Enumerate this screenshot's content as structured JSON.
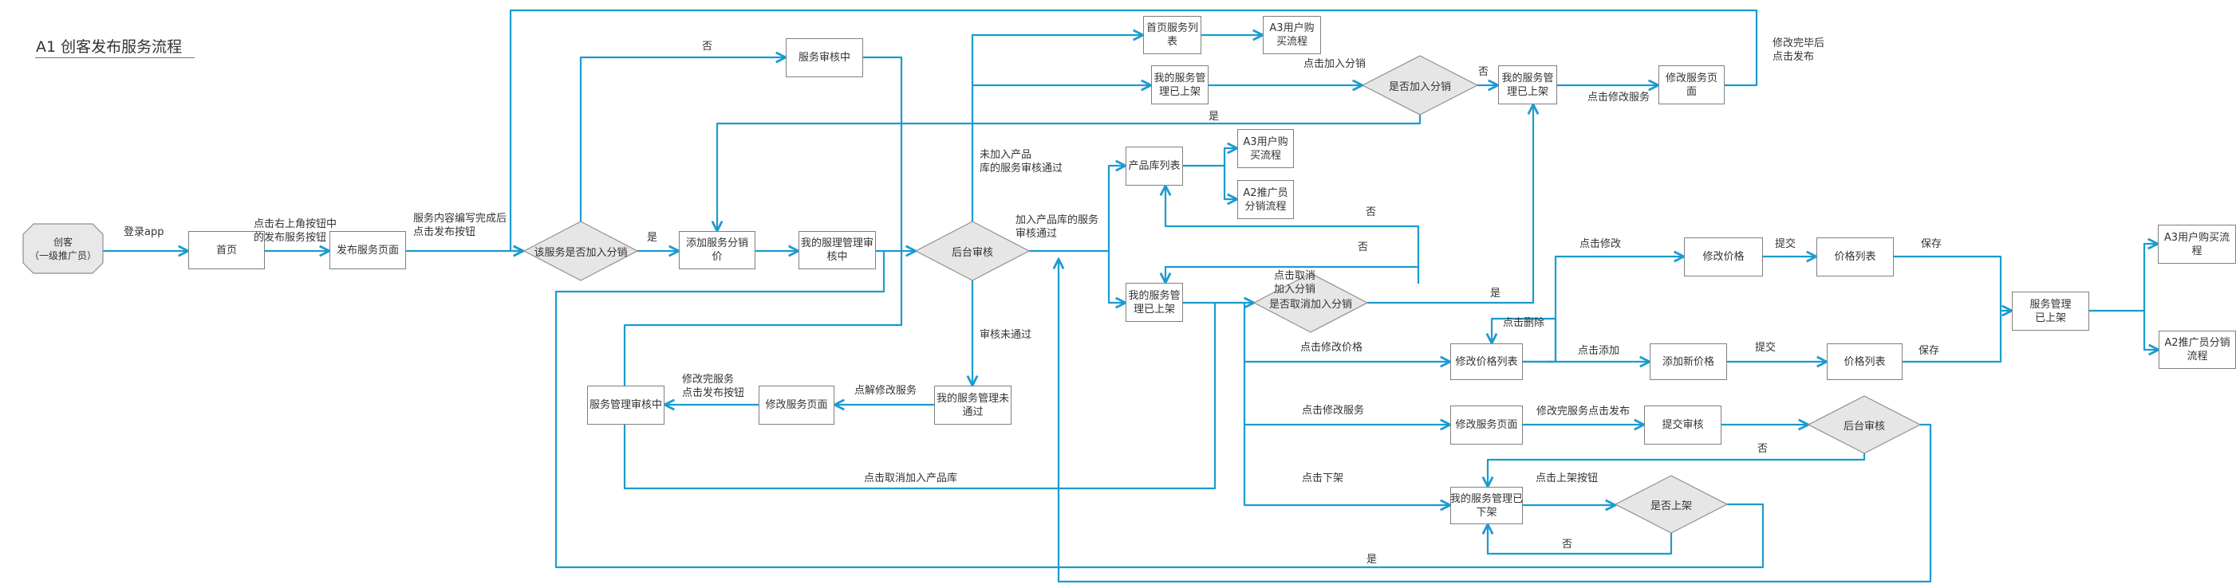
{
  "title": "A1  创客发布服务流程",
  "colors": {
    "line": "#1a9bd0",
    "box_border": "#7f7f7f",
    "diamond_fill": "#e6e6e6",
    "text": "#333333"
  },
  "nodes": {
    "start": "创客\n（一级推广员）",
    "home": "首页",
    "publish_page": "发布服务页面",
    "d_join_dist": "该服务是否加入分销",
    "add_dist_price": "添加服务分销价",
    "my_review": "我的服理管理审核中",
    "service_reviewing": "服务审核中",
    "d_backend": "后台审核",
    "home_list": "首页服务列表",
    "a3_top": "A3用户购买流程",
    "listed_row2": "我的服务管理已上架",
    "d_join_dist2": "是否加入分销",
    "listed_right": "我的服务管理已上架",
    "edit_page_top": "修改服务页面",
    "product_lib": "产品库列表",
    "a3_mid": "A3用户购买流程",
    "a2_mid": "A2推广员分销流程",
    "listed_mid": "我的服务管理已上架",
    "d_cancel_dist": "是否取消加入分销",
    "edit_price_list": "修改价格列表",
    "edit_price": "修改价格",
    "price_list_top": "价格列表",
    "add_new_price": "添加新价格",
    "price_list_bottom": "价格列表",
    "mgmt_listed": "服务管理\n已上架",
    "a3_right": "A3用户购买流程",
    "a2_right": "A2推广员分销流程",
    "edit_page_mid": "修改服务页面",
    "submit_review": "提交审核",
    "d_backend2": "后台审核",
    "delisted": "我的服务管理已\n下架",
    "d_relist": "是否上架",
    "not_passed": "我的服务管理未\n通过",
    "edit_page_left": "修改服务页面",
    "mgmt_reviewing": "服务管理审核中"
  },
  "edge_labels": {
    "login": "登录app",
    "click_publish": "点击右上角按钮中\n的发布服务按钮",
    "content_done": "服务内容编写完成后\n点击发布按钮",
    "no_top": "否",
    "yes_main": "是",
    "not_in_lib": "未加入产品\n库的服务审核通过",
    "in_lib": "加入产品库的服务\n审核通过",
    "review_failed": "审核未通过",
    "click_join_dist": "点击加入分销",
    "no_row2": "否",
    "yes_row2": "是",
    "click_edit_service_top": "点击修改服务",
    "edit_done_publish": "修改完毕后\n点击发布",
    "no_cancel1": "否",
    "no_cancel2": "否",
    "click_cancel_dist": "点击取消\n加入分销",
    "yes_cancel": "是",
    "click_delete": "点击删除",
    "click_edit": "点击修改",
    "submit1": "提交",
    "save1": "保存",
    "click_add": "点击添加",
    "submit2": "提交",
    "save2": "保存",
    "click_edit_price": "点击修改价格",
    "click_edit_service_mid": "点击修改服务",
    "edit_done_click_publish": "修改完服务点击发布",
    "no_backend2": "否",
    "click_delist": "点击下架",
    "click_list_button": "点击上架按钮",
    "no_relist": "否",
    "yes_relist": "是",
    "click_fix_service": "点解修改服务",
    "edit_done_publish_btn": "修改完服务\n点击发布按钮",
    "click_cancel_lib": "点击取消加入产品库"
  }
}
